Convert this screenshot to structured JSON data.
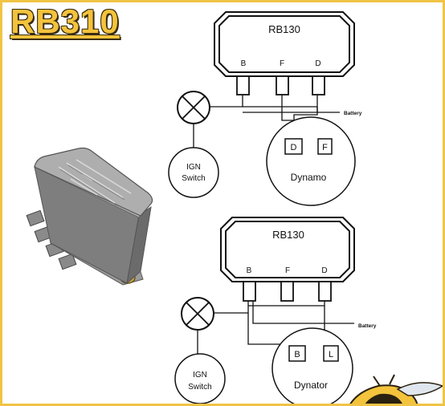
{
  "title": "RB310",
  "diagram_top": {
    "unit_label": "RB130",
    "terminal_b": "B",
    "terminal_f": "F",
    "terminal_d": "D",
    "battery_label": "Battery",
    "switch_line1": "IGN",
    "switch_line2": "Switch",
    "generator_label": "Dynamo",
    "gen_terminal_1": "D",
    "gen_terminal_2": "F"
  },
  "diagram_bottom": {
    "unit_label": "RB130",
    "terminal_b": "B",
    "terminal_f": "F",
    "terminal_d": "D",
    "battery_label": "Battery",
    "switch_line1": "IGN",
    "switch_line2": "Switch",
    "generator_label": "Dynator",
    "gen_terminal_1": "B",
    "gen_terminal_2": "L"
  },
  "colors": {
    "accent": "#f0c445",
    "line": "#111111"
  }
}
